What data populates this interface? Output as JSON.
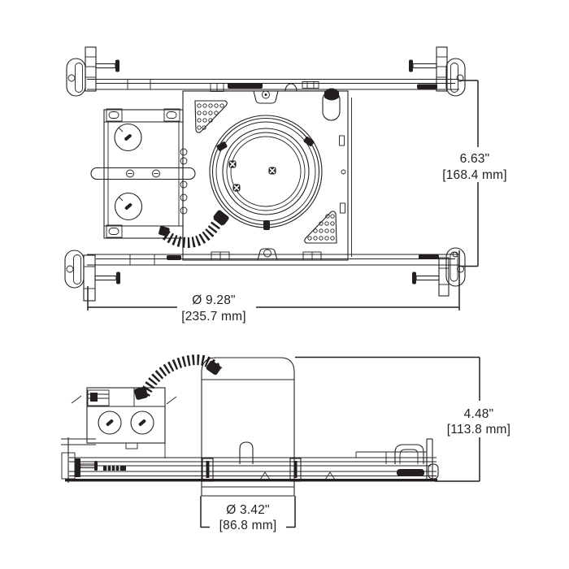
{
  "drawing": {
    "type": "technical line drawing, recessed downlight housing, plan view and side elevation",
    "colors": {
      "line": "#231f20",
      "background": "#ffffff"
    }
  },
  "dimensions": {
    "plan_height": {
      "inches": "6.63\"",
      "mm": "[168.4 mm]"
    },
    "plan_width": {
      "inches": "Ø 9.28\"",
      "mm": "[235.7 mm]"
    },
    "side_height": {
      "inches": "4.48\"",
      "mm": "[113.8 mm]"
    },
    "side_aperture": {
      "inches": "Ø 3.42\"",
      "mm": "[86.8 mm]"
    }
  }
}
